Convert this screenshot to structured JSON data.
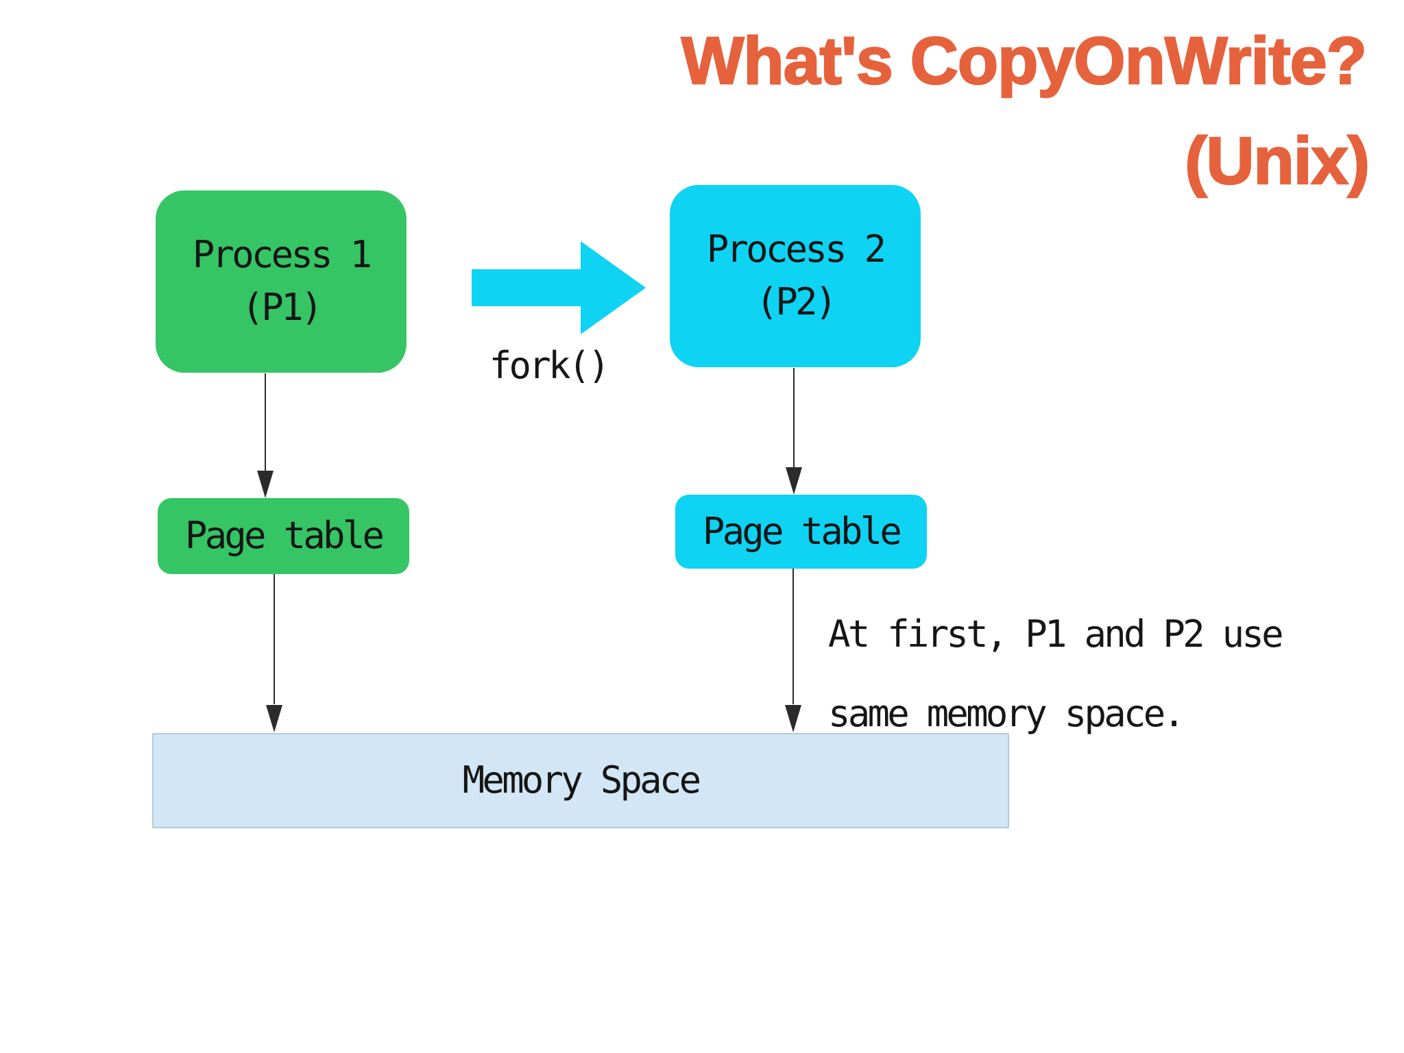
{
  "title": {
    "main": "What's CopyOnWrite?",
    "sub": "(Unix)"
  },
  "colors": {
    "title_text": "#E5623D",
    "process_green": "#36C564",
    "process_cyan": "#0FD3F2",
    "memory_fill": "#D2E6F5",
    "memory_border": "#B7C8D4",
    "body_text": "#1B1B1B",
    "connector": "#2B2B2B"
  },
  "icons": {
    "fork_arrow": "right-arrow",
    "connector_heads": "down-arrow"
  },
  "diagram": {
    "process1": {
      "line1": "Process 1",
      "line2": "(P1)"
    },
    "process2": {
      "line1": "Process 2",
      "line2": "(P2)"
    },
    "fork_label": "fork()",
    "page_table_p1": {
      "label": "Page table"
    },
    "page_table_p2": {
      "label": "Page table"
    },
    "memory": {
      "label": "Memory Space"
    },
    "note": {
      "line1": "At first, P1 and P2 use",
      "line2": "same memory space."
    }
  }
}
